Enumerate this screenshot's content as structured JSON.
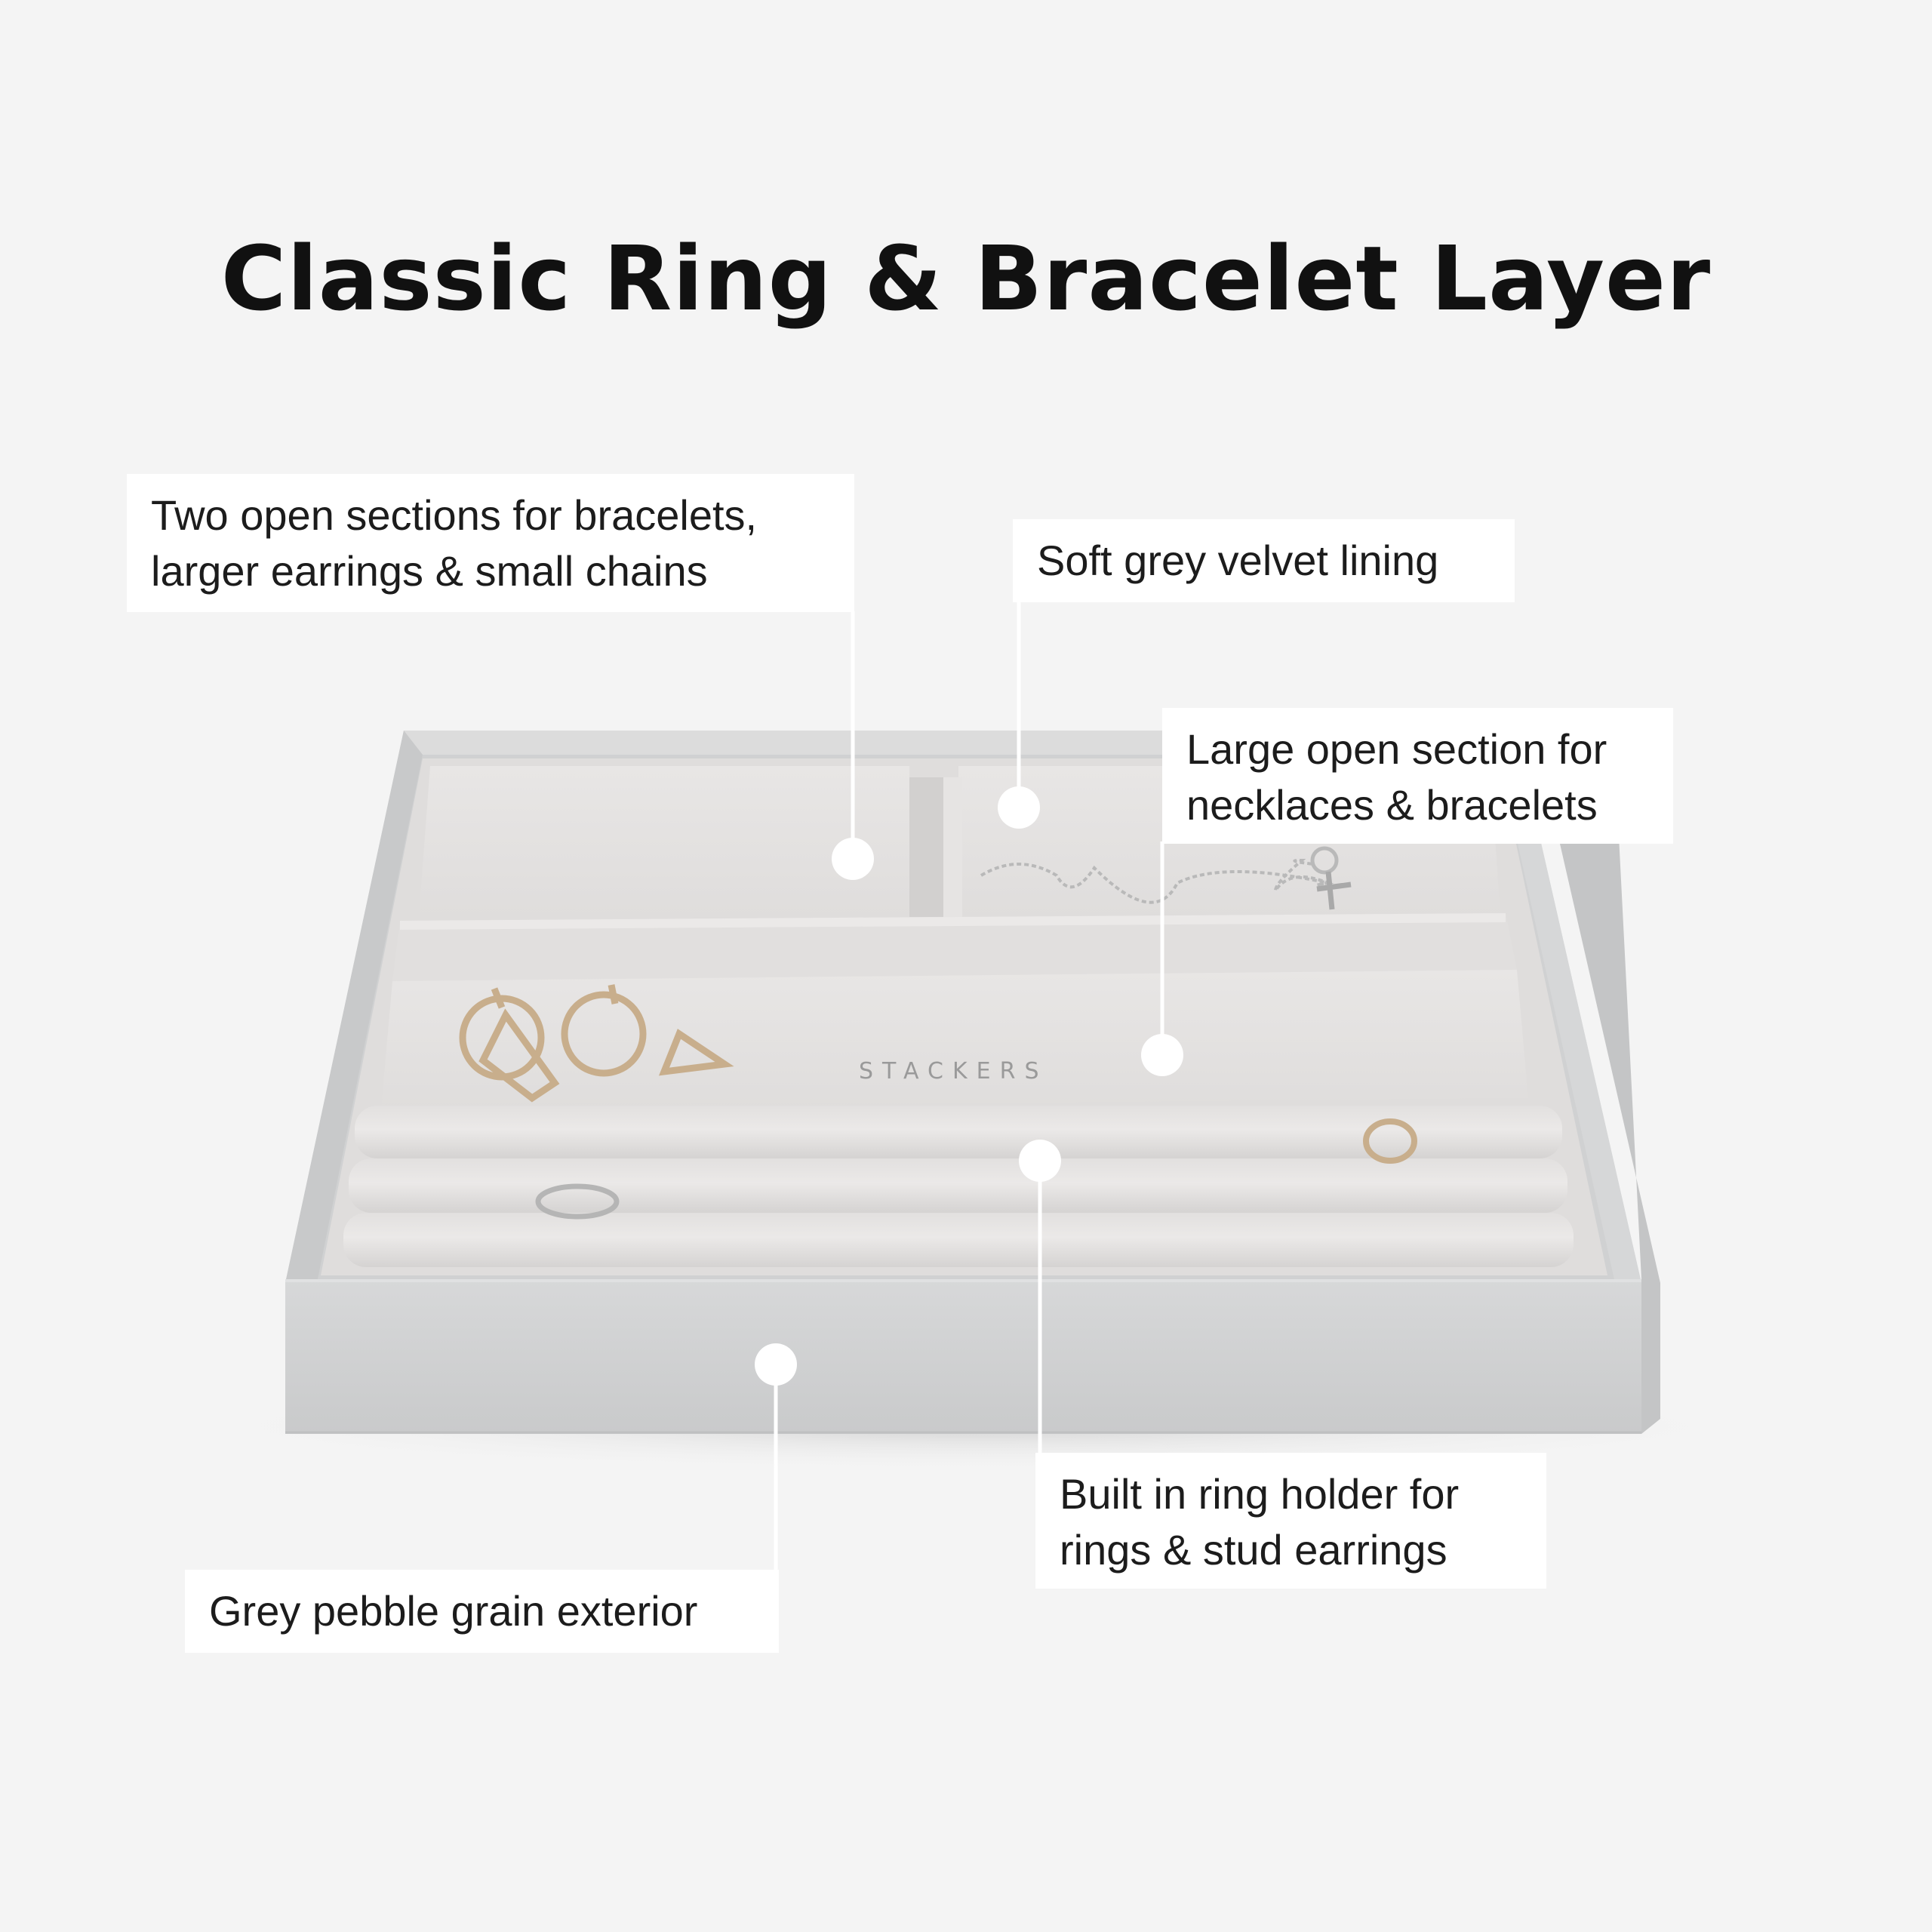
{
  "title": "Classic Ring & Bracelet Layer",
  "brand": "STACKERS",
  "colors": {
    "background": "#f4f4f4",
    "exterior": "#d3d4d5",
    "velvet": "#e6e4e3",
    "label_bg": "#ffffff",
    "text": "#111111",
    "gold": "#c8ae8c"
  },
  "callouts": [
    {
      "id": "two-open-sections",
      "lines": [
        "Two open sections for bracelets,",
        "larger earrings & small chains"
      ]
    },
    {
      "id": "soft-grey-velvet",
      "lines": [
        "Soft grey velvet lining"
      ]
    },
    {
      "id": "large-open-section",
      "lines": [
        "Large open section for",
        "necklaces & bracelets"
      ]
    },
    {
      "id": "built-in-ring-holder",
      "lines": [
        "Built in ring holder for",
        "rings & stud earrings"
      ]
    },
    {
      "id": "grey-pebble-grain",
      "lines": [
        "Grey pebble grain exterior"
      ]
    }
  ]
}
